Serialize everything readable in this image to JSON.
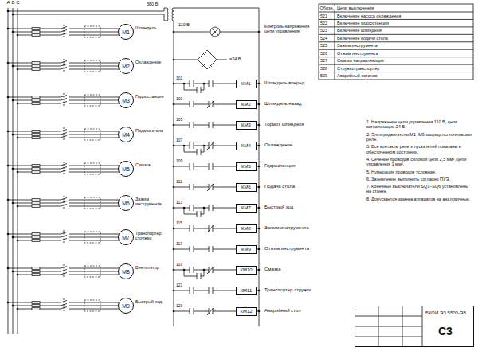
{
  "diagram": {
    "nodes": [
      {
        "text": [
          "М1"
        ]
      },
      {
        "text": [
          "М2"
        ]
      },
      {
        "text": [
          "М3"
        ]
      },
      {
        "text": [
          "М4"
        ]
      },
      {
        "text": [
          "М5"
        ]
      },
      {
        "text": [
          "М6"
        ]
      },
      {
        "text": [
          "М7"
        ]
      },
      {
        "text": [
          "М8"
        ]
      },
      {
        "text": [
          "М9"
        ]
      },
      {
        "text": [
          "КМ1"
        ]
      },
      {
        "text": [
          "КМ2"
        ]
      },
      {
        "text": [
          "КМ3"
        ]
      },
      {
        "text": [
          "КМ4"
        ]
      },
      {
        "text": [
          "КМ5"
        ]
      },
      {
        "text": [
          "КМ6"
        ]
      },
      {
        "text": [
          "КМ7"
        ]
      },
      {
        "text": [
          "КМ8"
        ]
      },
      {
        "text": [
          "КМ9"
        ]
      },
      {
        "text": [
          "КМ10"
        ]
      },
      {
        "text": [
          "КМ11"
        ]
      },
      {
        "text": [
          "КМ12"
        ]
      },
      {
        "text": [
          "БКОИ ЭЗ 5500-ЭЗ",
          "С3"
        ]
      }
    ],
    "labels": [
      "А",
      "В",
      "С",
      "Шпиндель",
      "Охлаждение",
      "Гидростанция",
      "Подача стола",
      "Смазка",
      "Зажим инструмента",
      "Транспортер стружки",
      "Вентилятор",
      "Быстрый ход",
      "Шпиндель вперед",
      "Шпиндель назад",
      "Тормоз шпинделя",
      "Охлаждение",
      "Гидростанция",
      "Подача стола",
      "Быстрый ход",
      "Зажим инструмента",
      "Отжим инструмента",
      "Смазка",
      "Транспортер стружки",
      "Аварийный стоп",
      "101",
      "103",
      "105",
      "107",
      "109",
      "111",
      "113",
      "115",
      "117",
      "119",
      "121",
      "123",
      "380 В",
      "110 В",
      "=24 В",
      "Контроль напряжения цепи управления",
      "Обозн.",
      "Цепи выключения",
      "521",
      "Включение насоса охлаждения",
      "522",
      "Включение гидростанции",
      "523",
      "Включение шпинделя",
      "524",
      "Включение подачи стола",
      "525",
      "Зажим инструмента",
      "526",
      "Отжим инструмента",
      "527",
      "Смазка направляющих",
      "528",
      "Стружкотранспортер",
      "529",
      "Аварийный останов",
      "1. Напряжение цепи управления 110 В, цепи сигнализации 24 В.",
      "2. Электродвигатели М1–М9 защищены тепловыми реле.",
      "3. Все контакты реле и пускателей показаны в обесточенном состоянии.",
      "4. Сечение проводов силовой цепи 2,5 мм², цепи управления 1 мм².",
      "5. Нумерация проводов условная.",
      "6. Заземление выполнить согласно ПУЭ.",
      "7. Конечные выключатели SQ1–SQ6 установлены на станке.",
      "8. Допускается замена аппаратов на аналогичные."
    ]
  }
}
